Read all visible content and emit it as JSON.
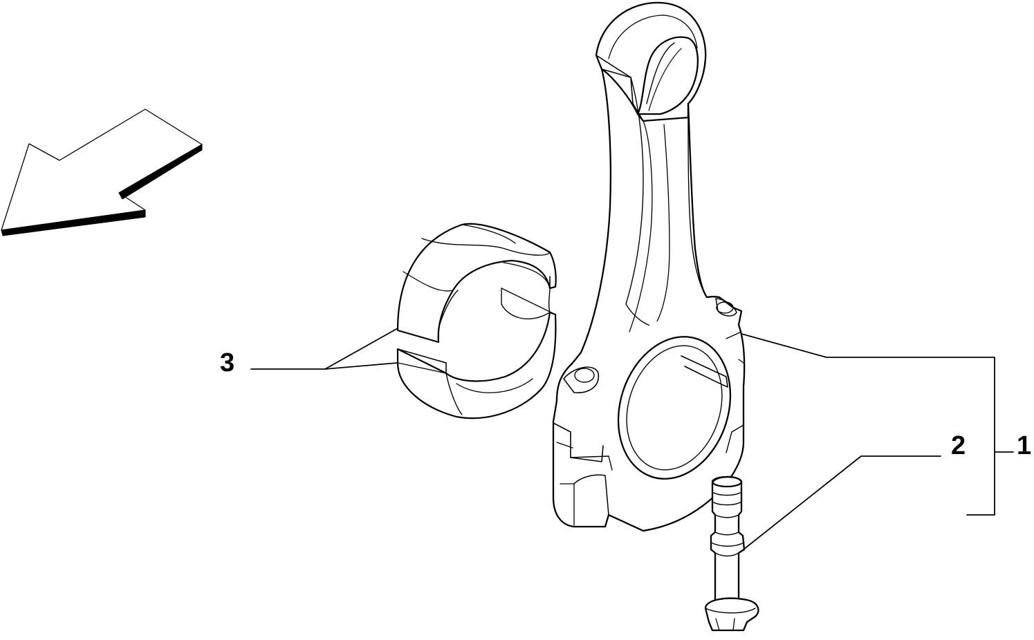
{
  "diagram": {
    "callouts": [
      {
        "id": "1",
        "label": "1"
      },
      {
        "id": "2",
        "label": "2"
      },
      {
        "id": "3",
        "label": "3"
      }
    ],
    "direction_arrow": {
      "icon": "front-direction-arrow-icon"
    },
    "parts": [
      {
        "callout": "1",
        "icon": "connecting-rod-icon"
      },
      {
        "callout": "2",
        "icon": "rod-bolt-icon"
      },
      {
        "callout": "3",
        "icon": "bearing-shell-pair-icon"
      }
    ],
    "colors": {
      "line": "#000000",
      "background": "#ffffff"
    }
  }
}
